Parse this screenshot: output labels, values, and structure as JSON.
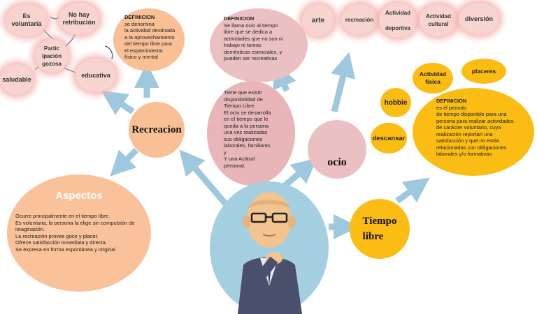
{
  "nodes": {
    "es_voluntaria": "Es\nvoluntaria",
    "no_hay_retribucion": "No hay\nretribución",
    "participacion_gozosa": "Partic\nipación\ngozosa",
    "saludable": "saludable",
    "educativa": "educativa",
    "recreacion_def": {
      "title": "DEFINICION",
      "body": "se denomina\nla actividad destinada\na la aprovechamiento\ndel tiempo libre para\nel esparcimiento\nfísico y mental"
    },
    "ocio_def": {
      "title": "DEFINICION",
      "body": "Se llama ocio al tiempo\nlibre que se dedica a\nactividades que no son ni\ntrabajo ni tareas\ndomésticas esenciales, y\npueden ser recreativas"
    },
    "arte": "arte",
    "recreacion_small": "recreación",
    "actividad_deportiva": "Actividad\n\ndeportiva",
    "actividad_cultural": "Actividad\ncultural",
    "diversion": "diversión",
    "ocio_text": "Tiene que existir\ndisponibilidad de\nTiempo Libre.\nEl ocio se desarrolla\nen el tiempo que le\nqueda a la persona\nuna vez realizadas\nsus obligaciones\nlaborales, familiares\ny\nY una Actitud\npersonal.",
    "recreacion_main": "Recreacion",
    "ocio_main": "ocio",
    "aspectos": {
      "title": "Aspectos",
      "body": "Ocurre principalmente en el tiempo libre.\nEs voluntaria, la persona la elige sin compulsión de\nimaginación.\nLa recreación provee goce y placer.\nOfrece satisfacción inmediata y directa.\nSe expresa en forma espontánea y original"
    },
    "tiempo_libre": "Tiempo\nlibre",
    "actividad_fisica": "Actividad\nfísica",
    "placeres": "placeres",
    "hobbie": "hobbie",
    "descansar": "descansar",
    "tiempo_libre_def": {
      "title": "DEFINICION",
      "body": "es el periodo\nde tiempo disponible para una\npersona para realizar actividades\nde carácter voluntario, cuya\nrealización reportan una\nsatisfacción y que no están\nrelacionadas con obligaciones\nlaborales y/o formativas"
    }
  },
  "colors": {
    "arrow": "#9dc8dd",
    "pink": "#f7d4d0",
    "salmon": "#f9bf95",
    "rose": "#e8b6b8",
    "yellow": "#fbbd14",
    "center": "#a4cfe1"
  }
}
